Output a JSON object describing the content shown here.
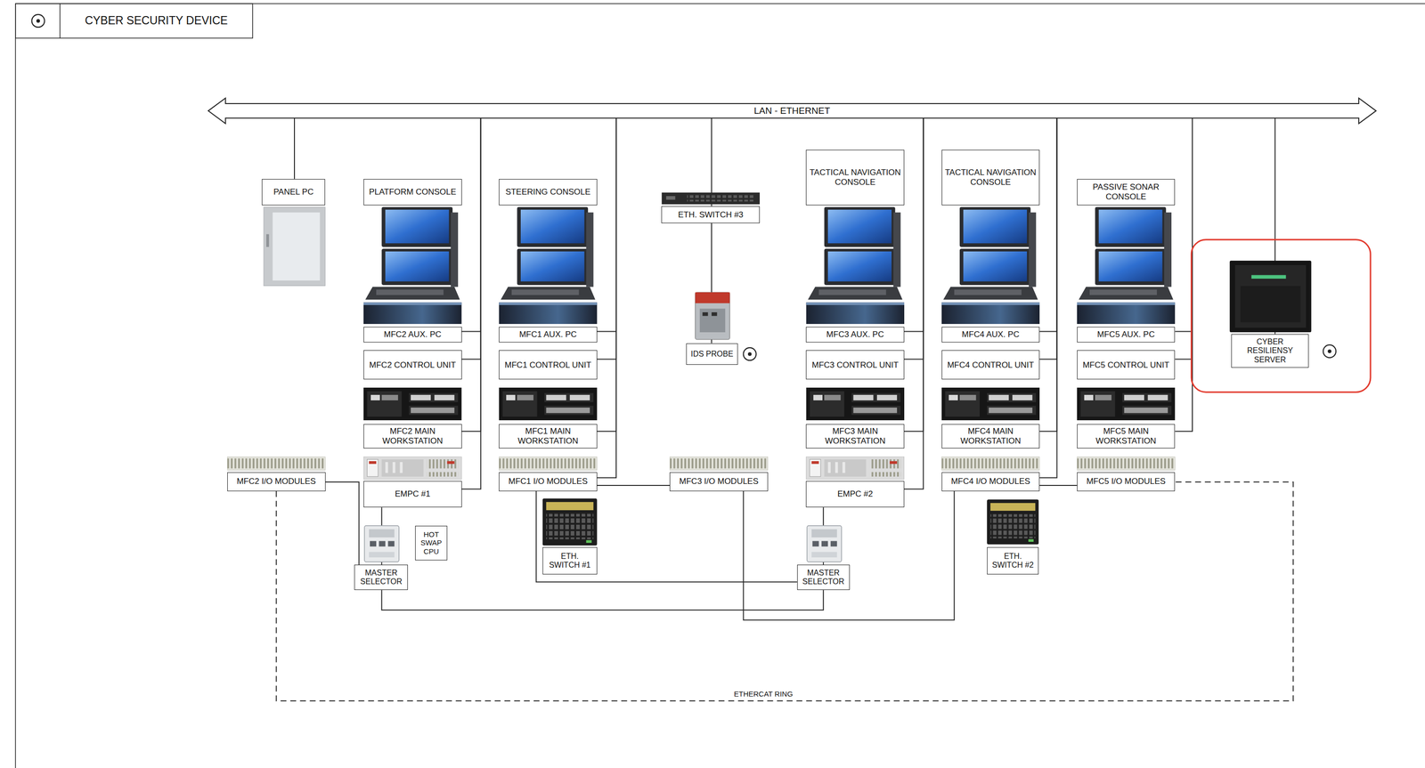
{
  "diagram": {
    "nodes": [
      {
        "text": [
          "LAN - ETHERNET"
        ]
      },
      {
        "text": [
          "PANEL PC"
        ]
      },
      {
        "text": [
          "PLATFORM CONSOLE"
        ]
      },
      {
        "text": [
          "STEERING CONSOLE"
        ]
      },
      {
        "text": [
          "ETH. SWITCH #3"
        ]
      },
      {
        "text": [
          "TACTICAL NAVIGATION CONSOLE"
        ]
      },
      {
        "text": [
          "TACTICAL NAVIGATION CONSOLE"
        ]
      },
      {
        "text": [
          "PASSIVE SONAR CONSOLE"
        ]
      },
      {
        "text": [
          "MFC2 AUX. PC"
        ]
      },
      {
        "text": [
          "MFC1 AUX. PC"
        ]
      },
      {
        "text": [
          "IDS PROBE"
        ]
      },
      {
        "text": [
          "MFC3 AUX. PC"
        ]
      },
      {
        "text": [
          "MFC4 AUX. PC"
        ]
      },
      {
        "text": [
          "MFC5 AUX. PC"
        ]
      },
      {
        "text": [
          "CYBER RESILIENSY SERVER"
        ]
      },
      {
        "text": [
          "MFC2 CONTROL UNIT"
        ]
      },
      {
        "text": [
          "MFC1 CONTROL UNIT"
        ]
      },
      {
        "text": [
          "MFC3 CONTROL UNIT"
        ]
      },
      {
        "text": [
          "MFC4 CONTROL UNIT"
        ]
      },
      {
        "text": [
          "MFC5 CONTROL UNIT"
        ]
      },
      {
        "text": [
          "MFC2 MAIN WORKSTATION"
        ]
      },
      {
        "text": [
          "MFC1 MAIN WORKSTATION"
        ]
      },
      {
        "text": [
          "MFC3 MAIN WORKSTATION"
        ]
      },
      {
        "text": [
          "MFC4 MAIN WORKSTATION"
        ]
      },
      {
        "text": [
          "MFC5 MAIN WORKSTATION"
        ]
      },
      {
        "text": [
          "MFC2 I/O MODULES"
        ]
      },
      {
        "text": [
          "EMPC #1"
        ]
      },
      {
        "text": [
          "MFC1 I/O MODULES"
        ]
      },
      {
        "text": [
          "MFC3 I/O MODULES"
        ]
      },
      {
        "text": [
          "EMPC #2"
        ]
      },
      {
        "text": [
          "MFC4 I/O MODULES"
        ]
      },
      {
        "text": [
          "MFC5 I/O MODULES"
        ]
      },
      {
        "text": [
          "HOT SWAP CPU"
        ]
      },
      {
        "text": [
          "ETH. SWITCH #1"
        ]
      },
      {
        "text": [
          "ETH. SWITCH #2"
        ]
      },
      {
        "text": [
          "MASTER SELECTOR"
        ]
      },
      {
        "text": [
          "MASTER SELECTOR"
        ]
      }
    ],
    "edges": [
      {
        "from": 0,
        "to": 1,
        "arrow": "none"
      },
      {
        "from": 0,
        "to": 4,
        "arrow": "none"
      },
      {
        "from": 0,
        "to": 8,
        "arrow": "none"
      },
      {
        "from": 0,
        "to": 15,
        "arrow": "none"
      },
      {
        "from": 0,
        "to": 20,
        "arrow": "none"
      },
      {
        "from": 0,
        "to": 26,
        "arrow": "none"
      },
      {
        "from": 0,
        "to": 9,
        "arrow": "none"
      },
      {
        "from": 0,
        "to": 16,
        "arrow": "none"
      },
      {
        "from": 0,
        "to": 21,
        "arrow": "none"
      },
      {
        "from": 0,
        "to": 27,
        "arrow": "none"
      },
      {
        "from": 0,
        "to": 11,
        "arrow": "none"
      },
      {
        "from": 0,
        "to": 17,
        "arrow": "none"
      },
      {
        "from": 0,
        "to": 22,
        "arrow": "none"
      },
      {
        "from": 0,
        "to": 29,
        "arrow": "none"
      },
      {
        "from": 0,
        "to": 12,
        "arrow": "none"
      },
      {
        "from": 0,
        "to": 18,
        "arrow": "none"
      },
      {
        "from": 0,
        "to": 23,
        "arrow": "none"
      },
      {
        "from": 0,
        "to": 30,
        "arrow": "none"
      },
      {
        "from": 0,
        "to": 13,
        "arrow": "none"
      },
      {
        "from": 0,
        "to": 19,
        "arrow": "none"
      },
      {
        "from": 0,
        "to": 24,
        "arrow": "none"
      },
      {
        "from": 0,
        "to": 14,
        "arrow": "none"
      },
      {
        "from": 4,
        "to": 10,
        "arrow": "none"
      },
      {
        "from": 25,
        "to": 35,
        "arrow": "none"
      },
      {
        "from": 26,
        "to": 35,
        "arrow": "none"
      },
      {
        "from": 27,
        "to": 28,
        "arrow": "none"
      },
      {
        "from": 27,
        "to": 36,
        "arrow": "none"
      },
      {
        "from": 28,
        "to": 30,
        "arrow": "none"
      },
      {
        "from": 29,
        "to": 36,
        "arrow": "none"
      },
      {
        "from": 30,
        "to": 31,
        "arrow": "none"
      },
      {
        "from": 35,
        "to": 36,
        "arrow": "none"
      },
      {
        "from": 25,
        "to": 31,
        "label": "ETHERCAT RING",
        "arrow": "none"
      }
    ],
    "legend": [
      {
        "text": "CYBER SECURITY DEVICE"
      }
    ]
  }
}
